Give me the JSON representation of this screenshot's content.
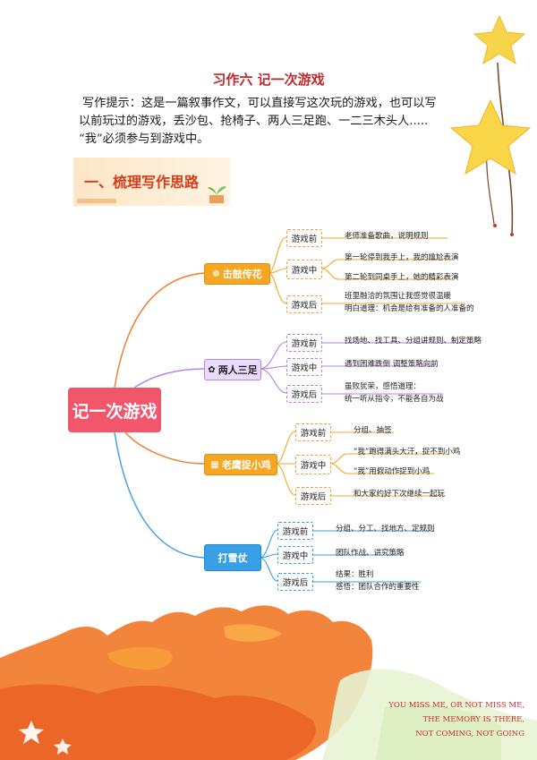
{
  "title": "习作六  记一次游戏",
  "tip_lines": [
    "写作提示：这是一篇叙事作文，可以直接写这次玩的游戏，也可以写",
    "以前玩过的游戏，丢沙包、抢椅子、两人三足跑、一二三木头人.....",
    "“我”必须参与到游戏中。"
  ],
  "section_title": "一、梳理写作思路",
  "mindmap": {
    "root": "记一次游戏",
    "branches": [
      {
        "label": "击鼓传花",
        "color": "#f5a623",
        "stages": [
          {
            "label": "游戏前",
            "items": [
              "老师准备歌曲，说明规则"
            ]
          },
          {
            "label": "游戏中",
            "items": [
              "第一轮停到我手上，我的尴尬表演",
              "第二轮到同桌手上，她的精彩表演"
            ]
          },
          {
            "label": "游戏后",
            "items": [
              "班里融洽的氛围让我感觉很温暖",
              "明白道理：机会是给有准备的人准备的"
            ]
          }
        ]
      },
      {
        "label": "两人三足",
        "color": "#b383e6",
        "stages": [
          {
            "label": "游戏前",
            "items": [
              "找场地、找工具、分组讲规则、制定策略"
            ]
          },
          {
            "label": "游戏中",
            "items": [
              "遇到困难跌倒 调整策略向前"
            ]
          },
          {
            "label": "游戏后",
            "items": [
              "虽败犹荣，感悟道理：",
              "统一听从指令，不能各自为战"
            ]
          }
        ]
      },
      {
        "label": "老鹰捉小鸡",
        "color": "#f5a623",
        "stages": [
          {
            "label": "游戏前",
            "items": [
              "分组、抽签"
            ]
          },
          {
            "label": "游戏中",
            "items": [
              "“我”跑得满头大汗，捉不到小鸡",
              "“我”用假动作捉到小鸡"
            ]
          },
          {
            "label": "游戏后",
            "items": [
              "和大家约好下次继续一起玩"
            ]
          }
        ]
      },
      {
        "label": "打雪仗",
        "color": "#3aa0e6",
        "stages": [
          {
            "label": "游戏前",
            "items": [
              "分组、分工、找地方、定规则"
            ]
          },
          {
            "label": "游戏中",
            "items": [
              "团队作战、讲究策略"
            ]
          },
          {
            "label": "游戏后",
            "items": [
              "结果：胜利",
              "感悟：团队合作的重要性"
            ]
          }
        ]
      }
    ]
  },
  "footer_text": [
    "YOU MISS ME, OR NOT MISS ME,",
    "THE MEMORY IS THERE,",
    "NOT COMING, NOT GOING"
  ],
  "colors": {
    "title": "#c0292b",
    "root": "#f2566a",
    "orange": "#f5a623",
    "purple": "#b383e6",
    "blue": "#3aa0e6"
  }
}
